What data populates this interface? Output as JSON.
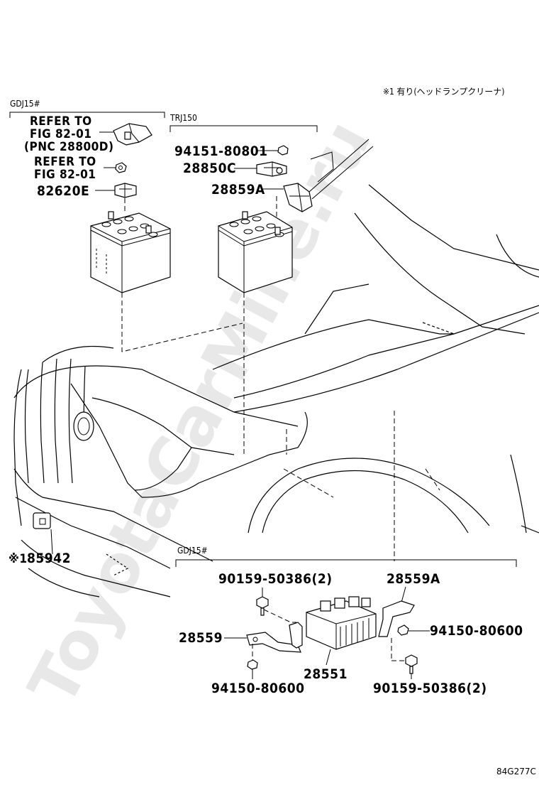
{
  "note": "※1 有り(ヘッドランプクリーナ)",
  "watermark": "ToyotaCarMine.ru",
  "diagram_code": "84G277C",
  "groups": {
    "gdj15_top": "GDJ15#",
    "trj150": "TRJ150",
    "gdj15_bottom": "GDJ15#"
  },
  "labels": {
    "refer1_line1": "REFER TO",
    "refer1_line2": "FIG 82-01",
    "refer1_line3": "(PNC 28800D)",
    "refer2_line1": "REFER TO",
    "refer2_line2": "FIG 82-01",
    "p82620E": "82620E",
    "p94151": "94151-80801",
    "p28850C": "28850C",
    "p28859A": "28859A",
    "p85942_mark": "※1",
    "p85942": "85942",
    "p90159_top": "90159-50386(2)",
    "p28559A": "28559A",
    "p28559": "28559",
    "p94150_right": "94150-80600",
    "p28551": "28551",
    "p94150_left": "94150-80600",
    "p90159_bottom": "90159-50386(2)"
  }
}
